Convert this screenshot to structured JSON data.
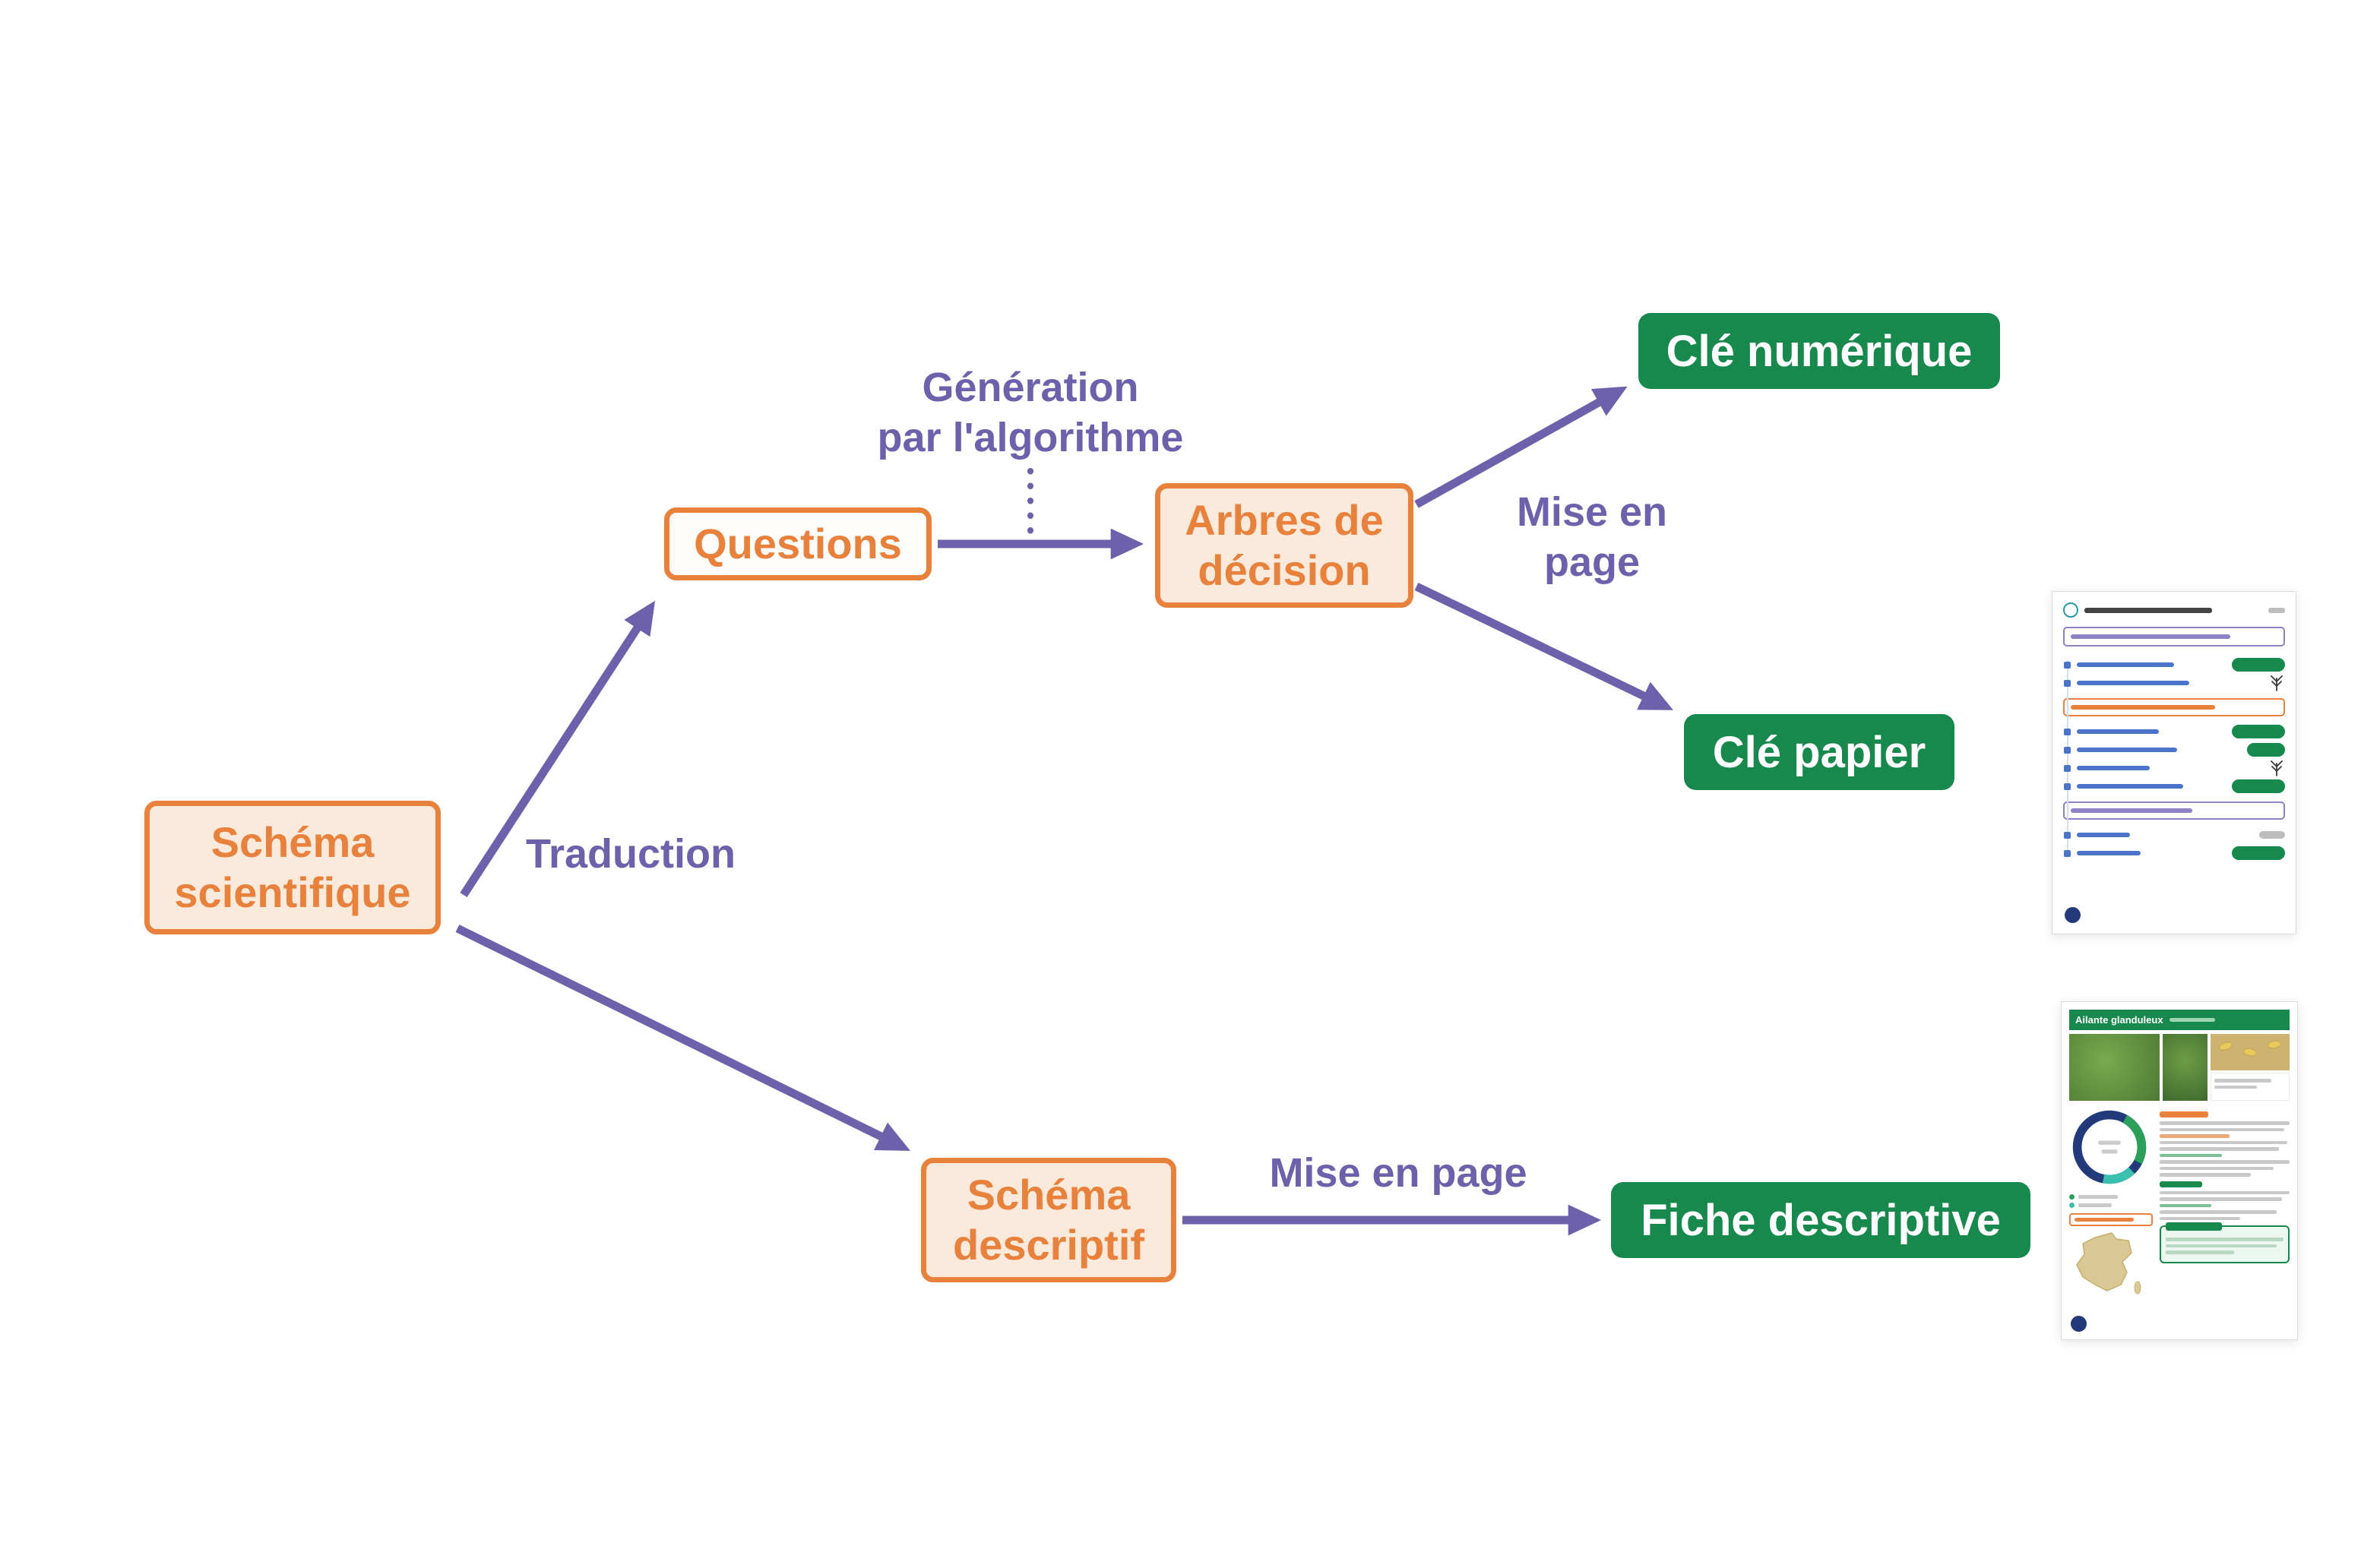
{
  "diagram": {
    "nodes": {
      "schema_scientifique": {
        "label": "Schéma\nscientifique"
      },
      "questions": {
        "label": "Questions"
      },
      "arbres_decision": {
        "label": "Arbres de\ndécision"
      },
      "cle_numerique": {
        "label": "Clé numérique"
      },
      "cle_papier": {
        "label": "Clé papier"
      },
      "schema_descriptif": {
        "label": "Schéma\ndescriptif"
      },
      "fiche_descriptive": {
        "label": "Fiche descriptive"
      }
    },
    "edge_labels": {
      "generation": "Génération\npar l'algorithme",
      "traduction": "Traduction",
      "mise_en_page_haut": "Mise en\npage",
      "mise_en_page_bas": "Mise en page"
    },
    "colors": {
      "orange": "#e8813b",
      "orange_fill": "#fbe9db",
      "green": "#17894d",
      "purple": "#6d61ab",
      "navy_badge": "#223a7a",
      "blue_key_text": "#4a74c9"
    }
  },
  "thumbnails": {
    "fiche": {
      "title": "Ailante glanduleux"
    }
  }
}
